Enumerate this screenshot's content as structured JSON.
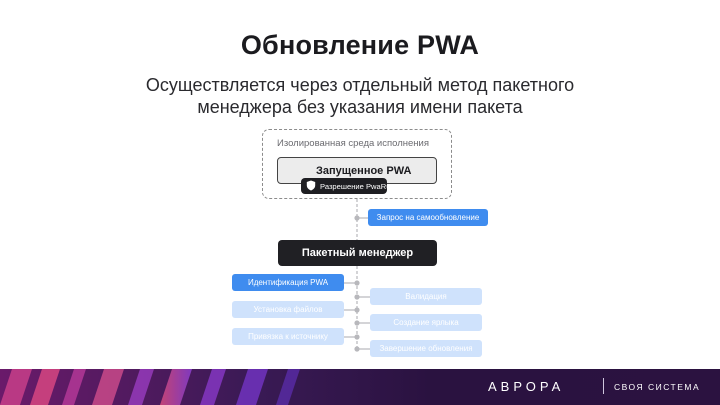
{
  "slide": {
    "title": "Обновление PWA",
    "subtitle_line1": "Осуществляется через отдельный метод пакетного",
    "subtitle_line2": "менеджера без указания имени пакета"
  },
  "diagram": {
    "sandbox_label": "Изолированная среда исполнения",
    "app_label": "Запущенное PWA",
    "permission_label": "Разрешение PwaRunner",
    "request_label": "Запрос на самообновление",
    "package_manager_label": "Пакетный менеджер",
    "steps_left": [
      {
        "label": "Идентификация PWA",
        "state": "active"
      },
      {
        "label": "Установка файлов",
        "state": "inactive"
      },
      {
        "label": "Привязка к источнику",
        "state": "inactive"
      }
    ],
    "steps_right": [
      {
        "label": "Валидация",
        "state": "inactive"
      },
      {
        "label": "Создание ярлыка",
        "state": "inactive"
      },
      {
        "label": "Завершение обновления",
        "state": "inactive"
      }
    ],
    "colors": {
      "active": "#3f8cef",
      "inactive": "#cfe2fc",
      "connector": "#b8b8bc"
    }
  },
  "footer": {
    "brand": "АВРОРА",
    "tagline": "СВОЯ СИСТЕМА"
  }
}
